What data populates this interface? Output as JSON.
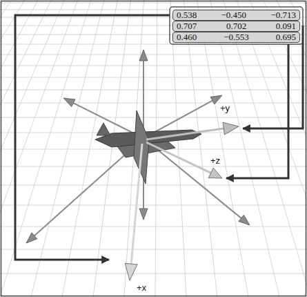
{
  "diagram": {
    "nodes": [
      {
        "text": [
          "0.538",
          "−0.450",
          "−0.713"
        ]
      },
      {
        "text": [
          "0.707",
          "0.702",
          "0.091"
        ]
      },
      {
        "text": [
          "0.460",
          "−0.553",
          "0.695"
        ]
      }
    ],
    "labels": [
      "+y",
      "+z",
      "+x"
    ]
  }
}
